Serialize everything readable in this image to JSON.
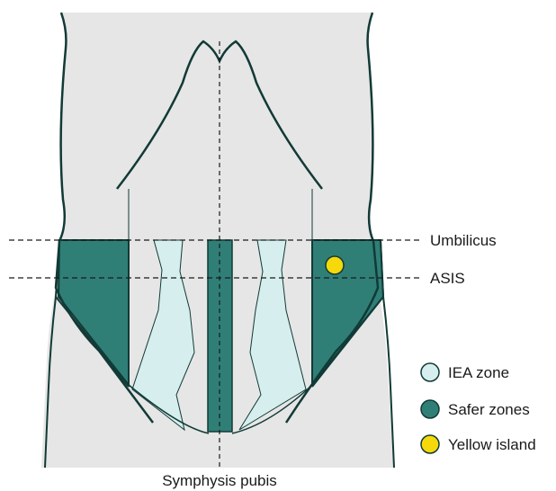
{
  "landmarks": {
    "umbilicus": "Umbilicus",
    "asis": "ASIS",
    "symphysis": "Symphysis pubis"
  },
  "legend": [
    {
      "label": "IEA zone",
      "color": "#d6eeee"
    },
    {
      "label": "Safer zones",
      "color": "#2f7f77"
    },
    {
      "label": "Yellow island",
      "color": "#f5d90a"
    }
  ],
  "colors": {
    "body": "#e6e6e6",
    "outline": "#123a36",
    "iea_zone": "#d6eeee",
    "safer_zone": "#2f7f77",
    "yellow_island": "#f5d90a"
  }
}
